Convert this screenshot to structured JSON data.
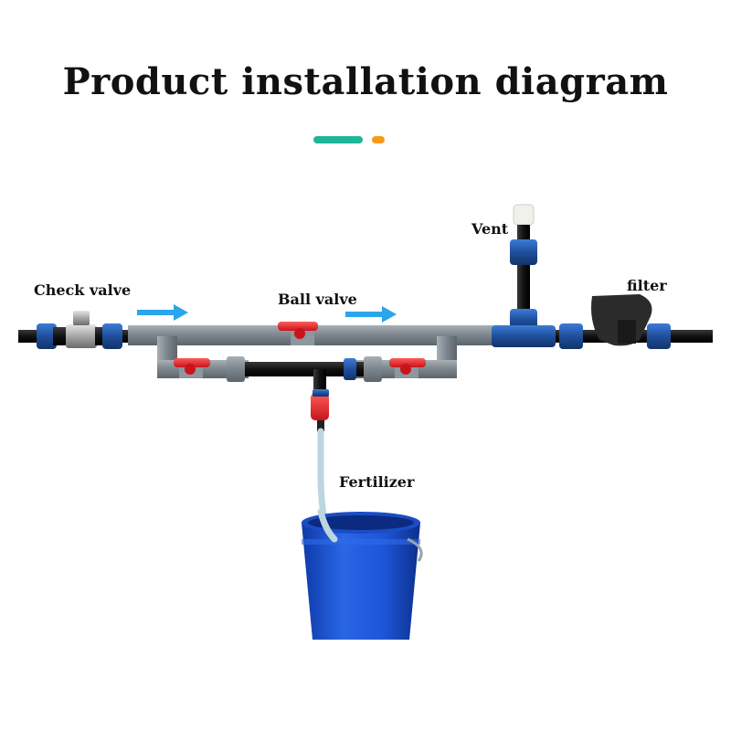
{
  "title": "Product installation diagram",
  "decor": {
    "accent": "#1fb59a",
    "dot": "#f59a1a"
  },
  "labels": {
    "check_valve": "Check valve",
    "ball_valve": "Ball valve",
    "vent": "Vent",
    "filter": "filter",
    "fertilizer": "Fertilizer"
  },
  "colors": {
    "main_pipe": "#111111",
    "pvc_pipe": "#7f8890",
    "fitting_blue": "#1e4f9c",
    "valve_handle": "#e02328",
    "flow_arrow": "#2aa6ea",
    "bucket": "#1d55d6",
    "hose": "#cfe3ea"
  }
}
